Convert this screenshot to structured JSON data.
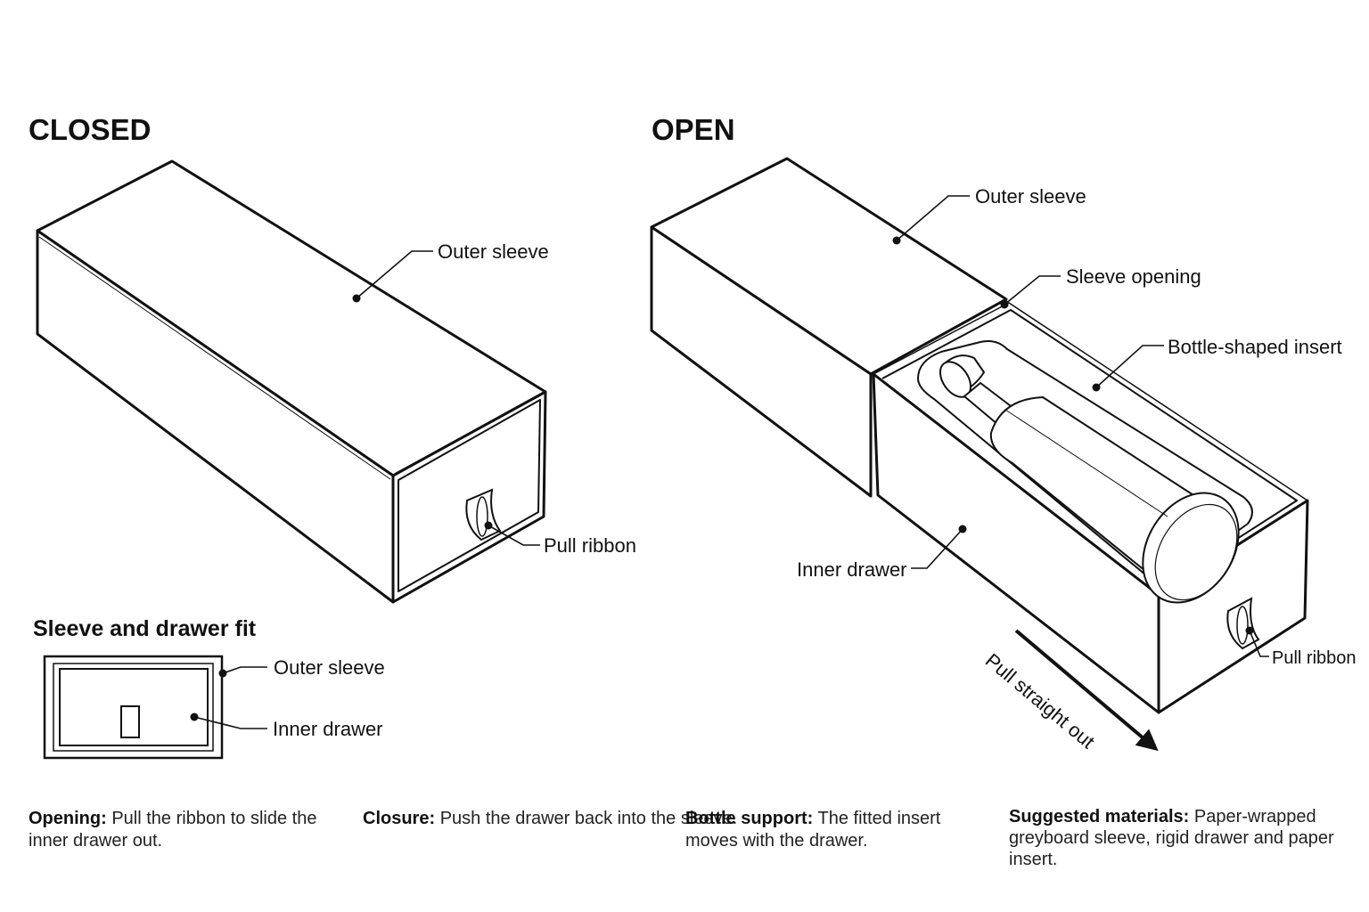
{
  "headings": {
    "closed": "CLOSED",
    "open": "OPEN",
    "fit": "Sleeve and drawer fit"
  },
  "callouts": {
    "closed_outer_sleeve": "Outer sleeve",
    "closed_pull_ribbon": "Pull ribbon",
    "open_outer_sleeve": "Outer sleeve",
    "open_sleeve_opening": "Sleeve opening",
    "open_bottle_insert": "Bottle-shaped insert",
    "open_inner_drawer": "Inner drawer",
    "open_pull_ribbon": "Pull ribbon",
    "fit_outer_sleeve": "Outer sleeve",
    "fit_inner_drawer": "Inner drawer"
  },
  "arrow_label": "Pull straight out",
  "notes": {
    "opening": {
      "title": "Opening:",
      "text": "Pull the ribbon to slide the inner drawer out."
    },
    "closure": {
      "title": "Closure:",
      "text": "Push the drawer back into the sleeve."
    },
    "support": {
      "title": "Bottle support:",
      "text": "The fitted insert moves with the drawer."
    },
    "materials": {
      "title": "Suggested materials:",
      "text": "Paper-wrapped greyboard sleeve, rigid drawer and paper insert."
    }
  },
  "colors": {
    "ink": "#111111",
    "paper": "#ffffff"
  }
}
